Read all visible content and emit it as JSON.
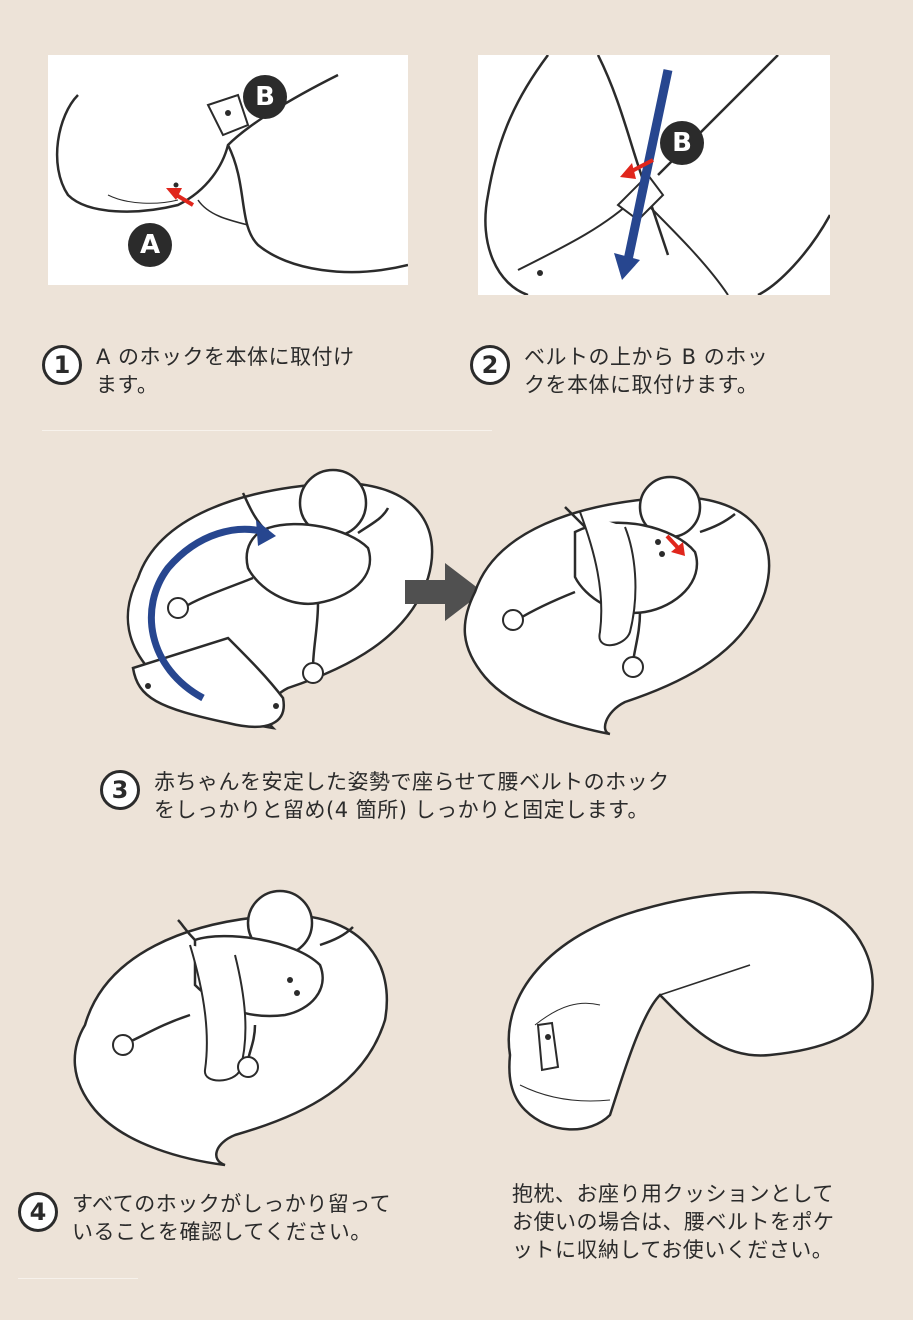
{
  "labels": {
    "a": "A",
    "b": "B"
  },
  "steps": [
    {
      "number": "1",
      "text": "A のホックを本体に取付け\nます。"
    },
    {
      "number": "2",
      "text": "ベルトの上から B のホッ\nクを本体に取付けます。"
    },
    {
      "number": "3",
      "text": "赤ちゃんを安定した姿勢で座らせて腰ベルトのホック\nをしっかりと留め(4 箇所) しっかりと固定します。"
    },
    {
      "number": "4",
      "text": "すべてのホックがしっかり留って\nいることを確認してください。"
    }
  ],
  "note": "抱枕、お座り用クッションとして\nお使いの場合は、腰ベルトをポケ\nットに収納してお使いください。",
  "colors": {
    "background": "#ede3d8",
    "arrow_blue": "#27468f",
    "arrow_red": "#e0261c",
    "arrow_gray": "#505050",
    "line": "#2b2b2b"
  }
}
